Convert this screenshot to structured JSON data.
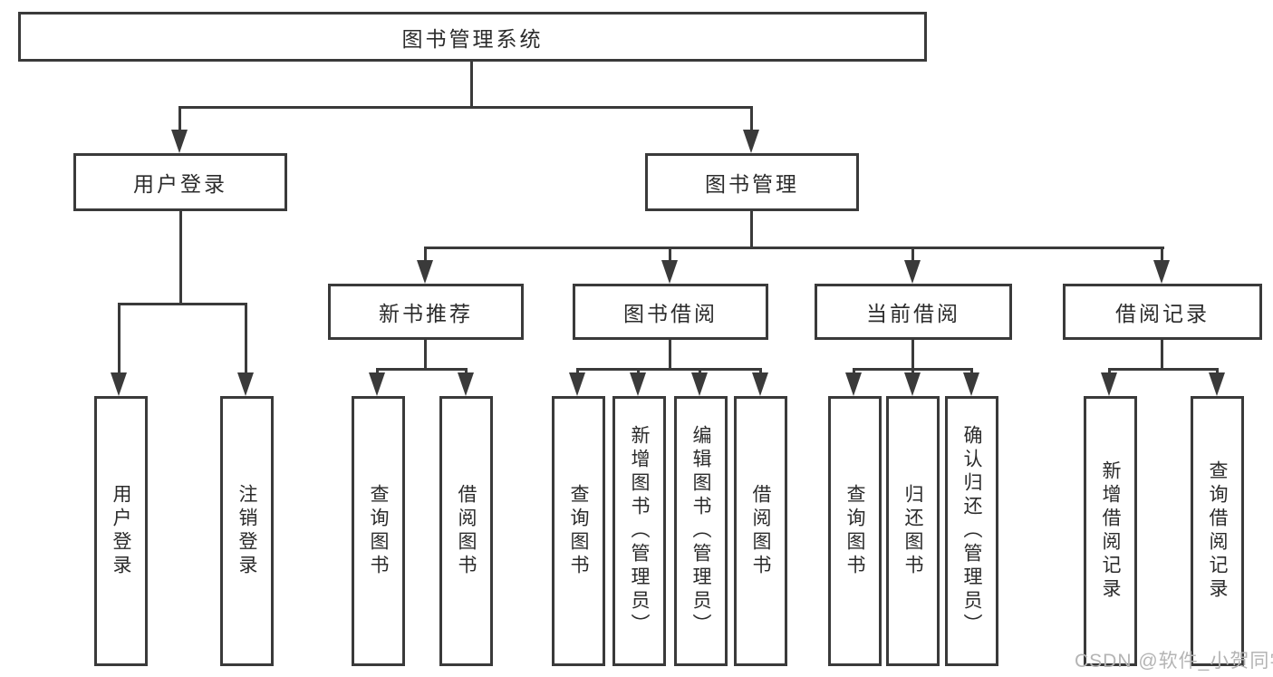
{
  "diagram": {
    "title": "图书管理系统",
    "tree": {
      "label": "图书管理系统",
      "children": [
        {
          "label": "用户登录",
          "children": [
            {
              "label": "用户登录"
            },
            {
              "label": "注销登录"
            }
          ]
        },
        {
          "label": "图书管理",
          "children": [
            {
              "label": "新书推荐",
              "children": [
                {
                  "label": "查询图书"
                },
                {
                  "label": "借阅图书"
                }
              ]
            },
            {
              "label": "图书借阅",
              "children": [
                {
                  "label": "查询图书"
                },
                {
                  "label": "新增图书（管理员）"
                },
                {
                  "label": "编辑图书（管理员）"
                },
                {
                  "label": "借阅图书"
                }
              ]
            },
            {
              "label": "当前借阅",
              "children": [
                {
                  "label": "查询图书"
                },
                {
                  "label": "归还图书"
                },
                {
                  "label": "确认归还（管理员）"
                }
              ]
            },
            {
              "label": "借阅记录",
              "children": [
                {
                  "label": "新增借阅记录"
                },
                {
                  "label": "查询借阅记录"
                }
              ]
            }
          ]
        }
      ]
    },
    "watermark": "CSDN @软件_小贺同学",
    "colors": {
      "line": "#3a3a3a",
      "text": "#2b2b2b",
      "watermark": "#b4b4b4",
      "background": "#ffffff"
    }
  }
}
